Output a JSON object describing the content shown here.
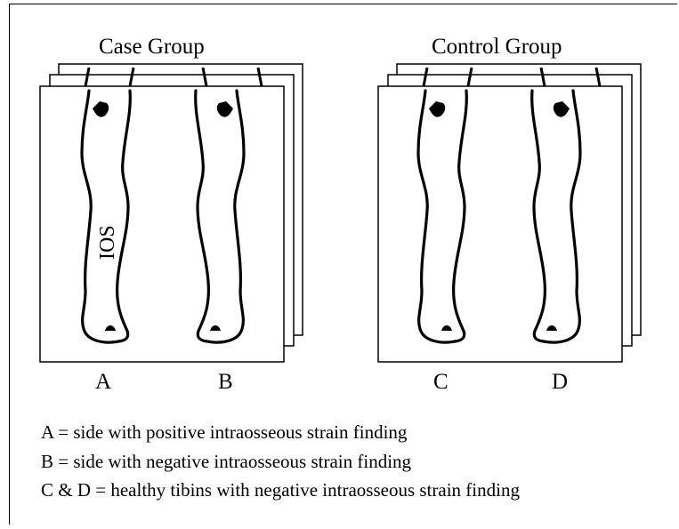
{
  "case_group": {
    "title": "Case Group",
    "left_label": "A",
    "right_label": "B",
    "annotation": "IOS"
  },
  "control_group": {
    "title": "Control Group",
    "left_label": "C",
    "right_label": "D"
  },
  "legend": [
    "A = side with positive intraosseous strain finding",
    "B = side with negative intraosseous strain finding",
    "C & D = healthy tibins with negative intraosseous strain finding"
  ]
}
